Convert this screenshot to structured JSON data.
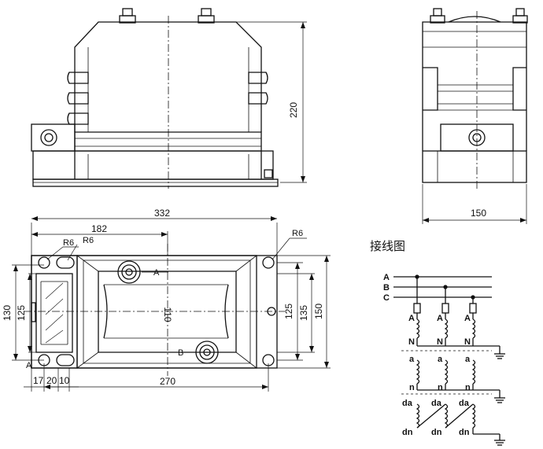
{
  "diagram": {
    "wiring_title": "接线图",
    "front_view": {
      "height_dim": "220"
    },
    "side_view": {
      "width_dim": "150"
    },
    "top_view": {
      "overall_width_dim": "332",
      "partial_width_dim": "182",
      "mount_width_dim": "270",
      "radius_left_1": "R6",
      "radius_left_2": "R6",
      "radius_right": "R6",
      "left_height_outer": "130",
      "left_height_inner": "125",
      "right_height_inner_1": "125",
      "right_height_inner_2": "135",
      "right_height_outer": "150",
      "center_dim": "110",
      "bottom_dim_1": "17",
      "bottom_dim_2": "20",
      "bottom_dim_3": "10",
      "terminal_A": "A",
      "terminal_B": "B",
      "corner_mark": "A"
    },
    "wiring": {
      "phases": [
        "A",
        "B",
        "C"
      ],
      "primary_high": [
        "A",
        "A",
        "A"
      ],
      "primary_low": [
        "N",
        "N",
        "N"
      ],
      "secondary_high": [
        "a",
        "a",
        "a"
      ],
      "secondary_low": [
        "n",
        "n",
        "n"
      ],
      "tertiary_high": [
        "da",
        "da",
        "da"
      ],
      "tertiary_low": [
        "dn",
        "dn",
        "dn"
      ]
    }
  }
}
